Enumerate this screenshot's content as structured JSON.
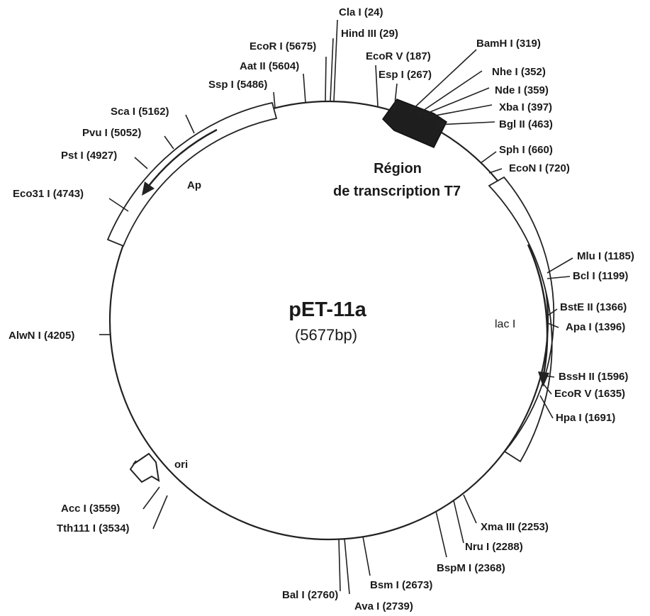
{
  "plasmid": {
    "name": "pET-11a",
    "size": "(5677bp)"
  },
  "region": {
    "line1": "Région",
    "line2": "de transcription T7"
  },
  "features": {
    "ap": "Ap",
    "laci": "lac I",
    "ori": "ori"
  },
  "sites": [
    {
      "key": "cla-24",
      "label": "Cla I (24)"
    },
    {
      "key": "hind-29",
      "label": "Hind III (29)"
    },
    {
      "key": "ecorv-187",
      "label": "EcoR V (187)"
    },
    {
      "key": "esp-267",
      "label": "Esp I (267)"
    },
    {
      "key": "bamh-319",
      "label": "BamH I (319)"
    },
    {
      "key": "nhe-352",
      "label": "Nhe I (352)"
    },
    {
      "key": "nde-359",
      "label": "Nde I (359)"
    },
    {
      "key": "xba-397",
      "label": "Xba I (397)"
    },
    {
      "key": "bgl-463",
      "label": "Bgl II (463)"
    },
    {
      "key": "sph-660",
      "label": "Sph I (660)"
    },
    {
      "key": "econ-720",
      "label": "EcoN I (720)"
    },
    {
      "key": "mlu-1185",
      "label": "Mlu I (1185)"
    },
    {
      "key": "bcl-1199",
      "label": "Bcl I (1199)"
    },
    {
      "key": "bste-1366",
      "label": "BstE II (1366)"
    },
    {
      "key": "apa-1396",
      "label": "Apa I (1396)"
    },
    {
      "key": "bssh-1596",
      "label": "BssH II (1596)"
    },
    {
      "key": "ecorv-1635",
      "label": "EcoR V (1635)"
    },
    {
      "key": "hpa-1691",
      "label": "Hpa I (1691)"
    },
    {
      "key": "xma-2253",
      "label": "Xma III (2253)"
    },
    {
      "key": "nru-2288",
      "label": "Nru I (2288)"
    },
    {
      "key": "bspm-2368",
      "label": "BspM I (2368)"
    },
    {
      "key": "bsm-2673",
      "label": "Bsm I (2673)"
    },
    {
      "key": "ava-2739",
      "label": "Ava I (2739)"
    },
    {
      "key": "bal-2760",
      "label": "Bal I (2760)"
    },
    {
      "key": "acc-3559",
      "label": "Acc I (3559)"
    },
    {
      "key": "tth-3534",
      "label": "Tth111 I (3534)"
    },
    {
      "key": "alwn-4205",
      "label": "AlwN I (4205)"
    },
    {
      "key": "eco31-4743",
      "label": "Eco31 I (4743)"
    },
    {
      "key": "pst-4927",
      "label": "Pst I (4927)"
    },
    {
      "key": "pvu-5052",
      "label": "Pvu I (5052)"
    },
    {
      "key": "sca-5162",
      "label": "Sca I (5162)"
    },
    {
      "key": "ssp-5486",
      "label": "Ssp I (5486)"
    },
    {
      "key": "aat-5604",
      "label": "Aat II (5604)"
    },
    {
      "key": "ecori-5675",
      "label": "EcoR I (5675)"
    }
  ]
}
